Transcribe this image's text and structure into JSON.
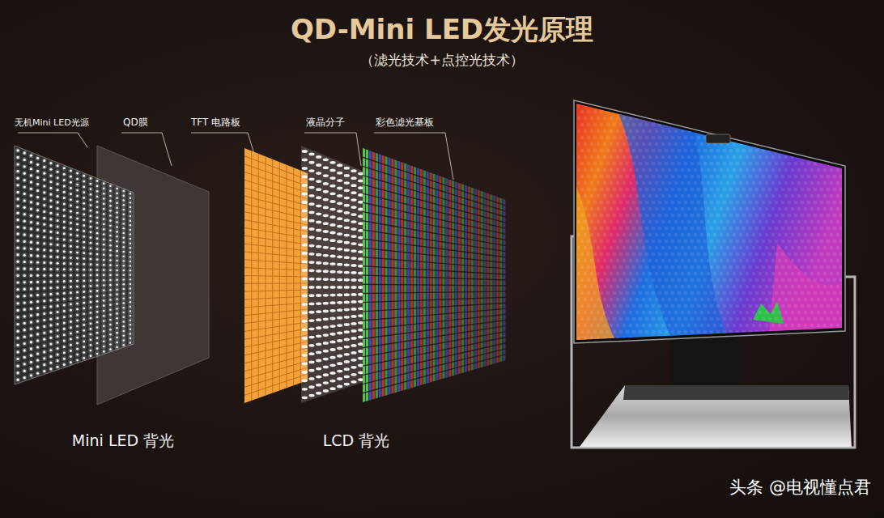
{
  "diagram": {
    "title": "QD-Mini LED发光原理",
    "labels": [
      "（滤光技术+点控光技术）",
      "无机Mini LED光源",
      "QD膜",
      "TFT 电路板",
      "液晶分子",
      "彩色滤光基板",
      "Mini LED 背光",
      "LCD 背光",
      "头条 @电视懂点君"
    ]
  }
}
